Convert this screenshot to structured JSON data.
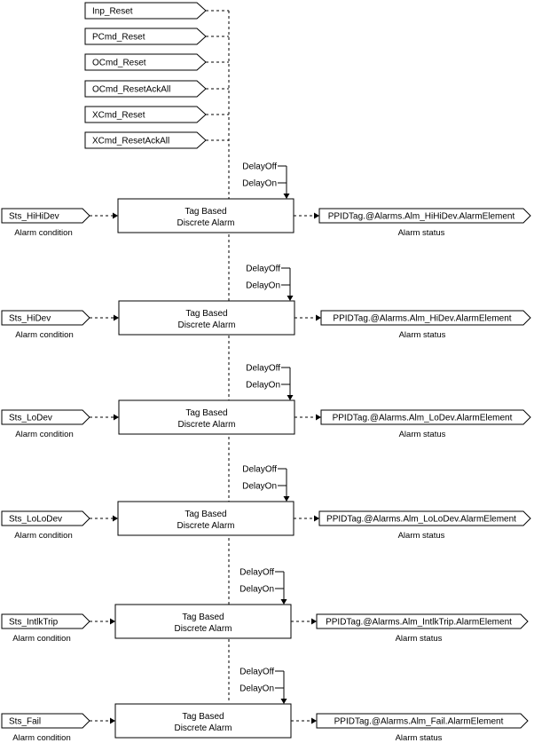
{
  "reset_inputs": [
    "Inp_Reset",
    "PCmd_Reset",
    "OCmd_Reset",
    "OCmd_ResetAckAll",
    "XCmd_Reset",
    "XCmd_ResetAckAll"
  ],
  "labels": {
    "delay_off": "DelayOff",
    "delay_on": "DelayOn",
    "block_line1": "Tag Based",
    "block_line2": "Discrete Alarm",
    "alarm_condition": "Alarm condition",
    "alarm_status": "Alarm status"
  },
  "alarms": [
    {
      "input": "Sts_HiHiDev",
      "output": "PPIDTag.@Alarms.Alm_HiHiDev.AlarmElement"
    },
    {
      "input": "Sts_HiDev",
      "output": "PPIDTag.@Alarms.Alm_HiDev.AlarmElement"
    },
    {
      "input": "Sts_LoDev",
      "output": "PPIDTag.@Alarms.Alm_LoDev.AlarmElement"
    },
    {
      "input": "Sts_LoLoDev",
      "output": "PPIDTag.@Alarms.Alm_LoLoDev.AlarmElement"
    },
    {
      "input": "Sts_IntlkTrip",
      "output": "PPIDTag.@Alarms.Alm_IntlkTrip.AlarmElement"
    },
    {
      "input": "Sts_Fail",
      "output": "PPIDTag.@Alarms.Alm_Fail.AlarmElement"
    }
  ]
}
